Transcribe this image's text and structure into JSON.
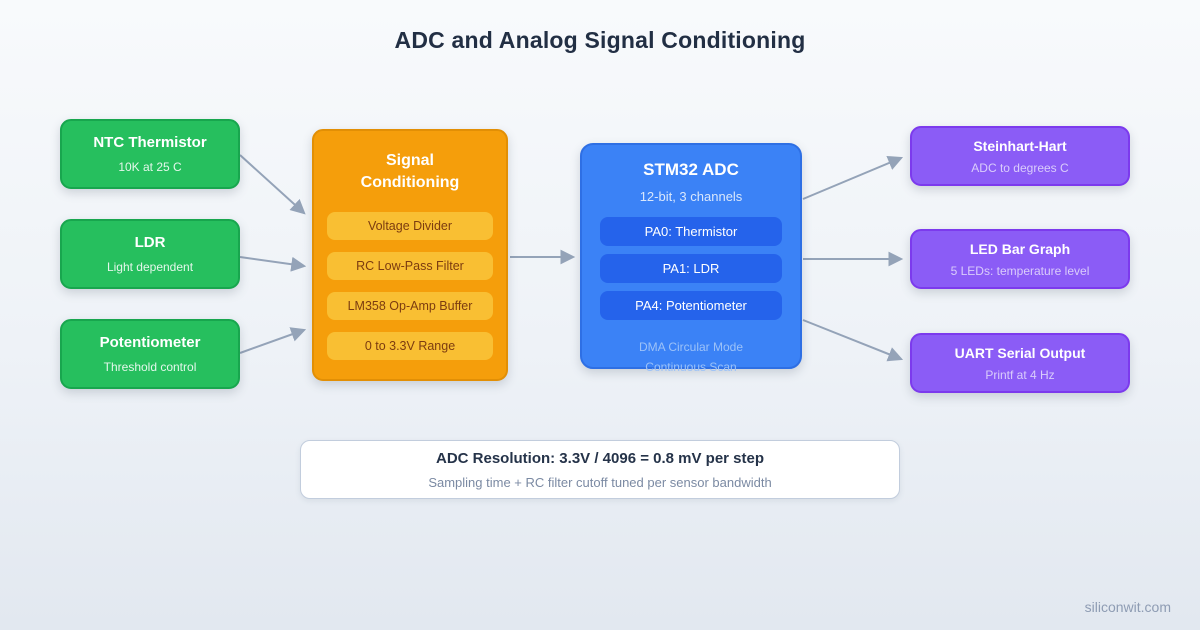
{
  "title": "ADC and Analog Signal Conditioning",
  "sensors": [
    {
      "title": "NTC Thermistor",
      "subtitle": "10K at 25 C"
    },
    {
      "title": "LDR",
      "subtitle": "Light dependent"
    },
    {
      "title": "Potentiometer",
      "subtitle": "Threshold control"
    }
  ],
  "conditioning": {
    "title": "Signal Conditioning",
    "items": [
      "Voltage Divider",
      "RC Low-Pass Filter",
      "LM358 Op-Amp Buffer",
      "0 to 3.3V Range"
    ]
  },
  "adc": {
    "title": "STM32 ADC",
    "subtitle": "12-bit, 3 channels",
    "channels": [
      "PA0: Thermistor",
      "PA1: LDR",
      "PA4: Potentiometer"
    ],
    "footer": [
      "DMA Circular Mode",
      "Continuous Scan"
    ]
  },
  "outputs": [
    {
      "title": "Steinhart-Hart",
      "subtitle": "ADC to degrees C"
    },
    {
      "title": "LED Bar Graph",
      "subtitle": "5 LEDs: temperature level"
    },
    {
      "title": "UART Serial Output",
      "subtitle": "Printf at 4 Hz"
    }
  ],
  "note": {
    "title": "ADC Resolution: 3.3V / 4096 = 0.8 mV per step",
    "subtitle": "Sampling time + RC filter cutoff tuned per sensor bandwidth"
  },
  "watermark": "siliconwit.com",
  "colors": {
    "sensor_green": "#26bf5e",
    "conditioning_orange": "#f59e0b",
    "conditioning_pill": "#f9bf33",
    "adc_blue": "#3b82f6",
    "adc_channel_blue": "#2563eb",
    "output_purple": "#8b5cf6",
    "arrow_gray": "#94a3b8",
    "title_navy": "#222f44"
  }
}
